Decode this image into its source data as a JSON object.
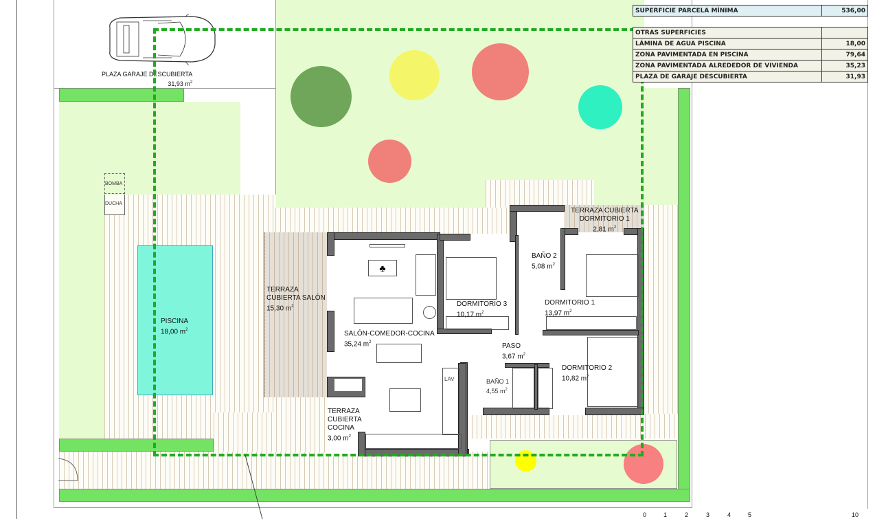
{
  "surface_table": {
    "parcela": {
      "label": "SUPERFICIE PARCELA MÍNIMA",
      "value": "536,00"
    },
    "header": "OTRAS SUPERFICIES",
    "rows": [
      {
        "label": "LÁMINA DE AGUA PISCINA",
        "value": "18,00"
      },
      {
        "label": "ZONA PAVIMENTADA EN PISCINA",
        "value": "79,64"
      },
      {
        "label": "ZONA PAVIMENTADA ALREDEDOR DE VIVIENDA",
        "value": "35,23"
      },
      {
        "label": "PLAZA DE GARAJE DESCUBIERTA",
        "value": "31,93"
      }
    ]
  },
  "garage": {
    "label": "PLAZA GARAJE DESCUBIERTA",
    "area": "31,93 m",
    "unit_sup": "2"
  },
  "pool_equipment": {
    "bomba": "BOMBA",
    "ducha": "DUCHA"
  },
  "rooms": {
    "piscina": {
      "name": "PISCINA",
      "area": "18,00 m",
      "sup": "2"
    },
    "terraza_salon": {
      "line1": "TERRAZA",
      "line2": "CUBIERTA SALÓN",
      "area": "15,30 m",
      "sup": "2"
    },
    "salon": {
      "name": "SALÓN-COMEDOR-COCINA",
      "area": "35,24 m",
      "sup": "2"
    },
    "terraza_cocina": {
      "line1": "TERRAZA",
      "line2": "CUBIERTA",
      "line3": "COCINA",
      "area": "3,00 m",
      "sup": "2"
    },
    "dormitorio3": {
      "name": "DORMITORIO 3",
      "area": "10,17 m",
      "sup": "2"
    },
    "bano2": {
      "name": "BAÑO 2",
      "area": "5,08 m",
      "sup": "2"
    },
    "terraza_dorm1": {
      "line1": "TERRAZA CUBIERTA",
      "line2": "DORMITORIO 1",
      "area": "2,81 m",
      "sup": "2"
    },
    "dormitorio1": {
      "name": "DORMITORIO 1",
      "area": "13,97 m",
      "sup": "2"
    },
    "paso": {
      "name": "PASO",
      "area": "3,67 m",
      "sup": "2"
    },
    "bano1": {
      "name": "BAÑO 1",
      "area": "4,55 m",
      "sup": "2"
    },
    "dormitorio2": {
      "name": "DORMITORIO 2",
      "area": "10,82 m",
      "sup": "2"
    },
    "lav": {
      "name": "LAV"
    }
  },
  "scale_bar": {
    "ticks": [
      "0",
      "1",
      "2",
      "3",
      "4",
      "5",
      "10"
    ]
  },
  "colors": {
    "hedge": "#74e263",
    "lawn": "#e6fbd0",
    "pool": "#7ff5dc",
    "boundary_dash": "#22aa22",
    "wall": "#6b6b6b",
    "tree_dark_green": "#6fa65a",
    "tree_yellow": "#f5f56a",
    "tree_salmon": "#f0807a",
    "tree_teal": "#2ef0c0",
    "table_highlight": "#dff0f5",
    "table_bg": "#f2f2e6"
  }
}
